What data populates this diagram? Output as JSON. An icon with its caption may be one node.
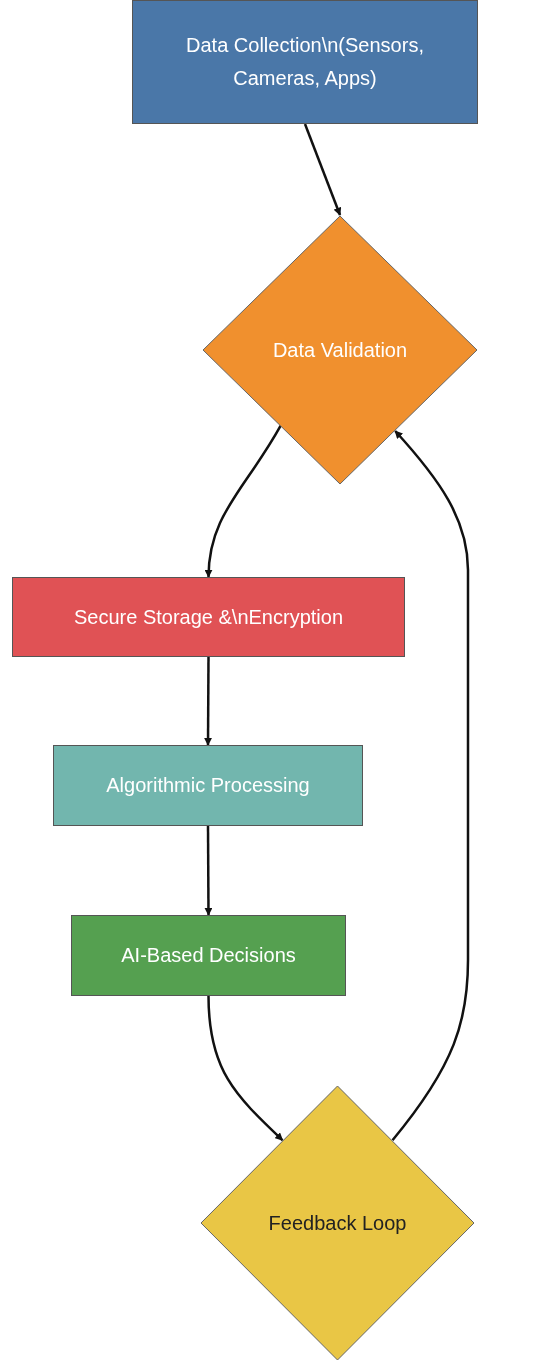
{
  "diagram": {
    "nodes": [
      {
        "text": [
          "Data Collection\\n(Sensors, Cameras, Apps)"
        ]
      },
      {
        "text": [
          "Data Validation"
        ]
      },
      {
        "text": [
          "Secure Storage &\\nEncryption"
        ]
      },
      {
        "text": [
          "Algorithmic Processing"
        ]
      },
      {
        "text": [
          "AI-Based Decisions"
        ]
      },
      {
        "text": [
          "Feedback Loop"
        ]
      }
    ],
    "edges": [
      {
        "from": 0,
        "to": 1,
        "arrow": "to"
      },
      {
        "from": 1,
        "to": 2,
        "arrow": "to"
      },
      {
        "from": 2,
        "to": 3,
        "arrow": "to"
      },
      {
        "from": 3,
        "to": 4,
        "arrow": "to"
      },
      {
        "from": 4,
        "to": 5,
        "arrow": "to"
      },
      {
        "from": 5,
        "to": 1,
        "arrow": "to"
      }
    ]
  }
}
